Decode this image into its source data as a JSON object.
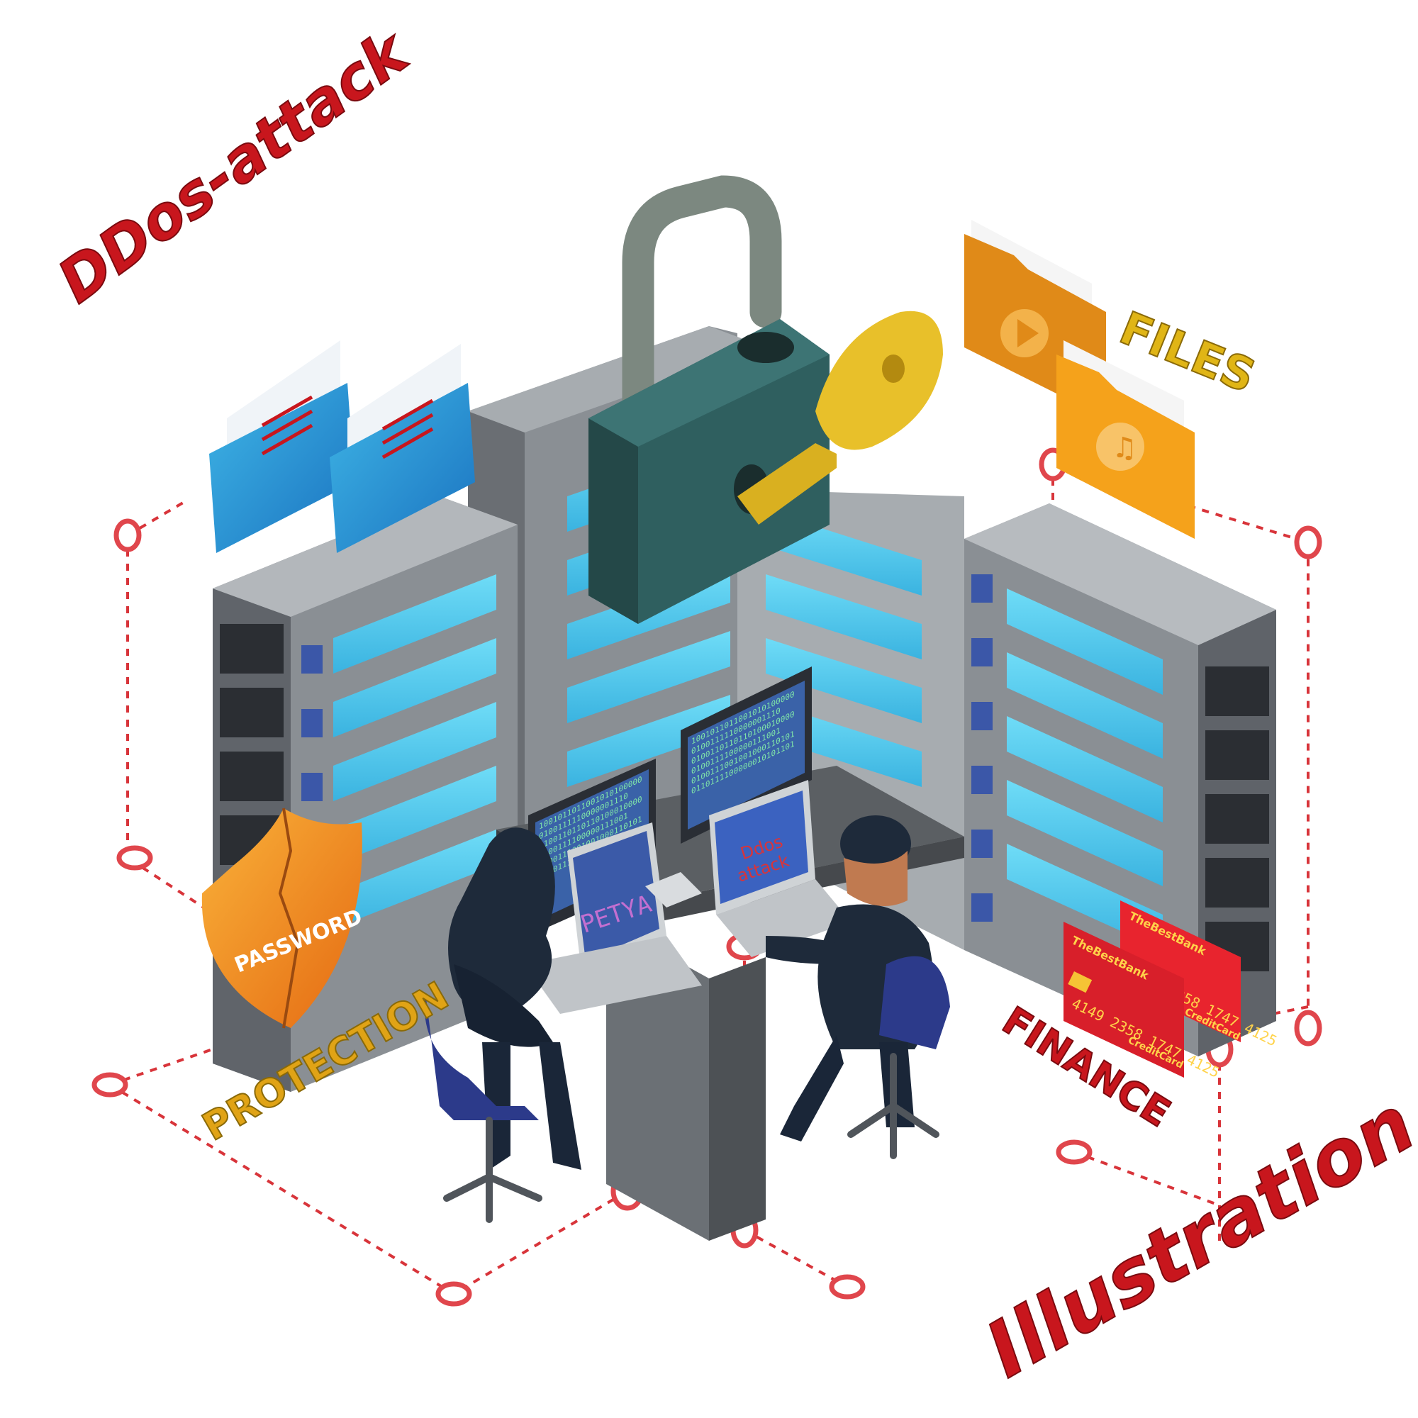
{
  "labels": {
    "ddos_attack": "DDos-attack",
    "files": "FILES",
    "protection": "PROTECTION",
    "finance": "FINANCE",
    "illustration": "Illustration",
    "password": "PASSWORD",
    "petya": "PETYA",
    "ddos_screen_line1": "Ddos",
    "ddos_screen_line2": "attack"
  },
  "monitor_left": {
    "lines": [
      "1001011011001010100000",
      "0100111110000001110",
      "0100110110110100010000",
      "0100111100000111001",
      "0100111001001000110101",
      "0110111100000010101101"
    ]
  },
  "monitor_right": {
    "lines": [
      "1001011011001010100000",
      "0100111110000001110",
      "0100110110110100010000",
      "0100111100000111001",
      "0100111001001000110101",
      "0110111100000010101101"
    ]
  },
  "cards": {
    "back": {
      "bank": "TheBestBank",
      "number": "4149 2358 1747 4125",
      "type": "CreditCard"
    },
    "front": {
      "bank": "TheBestBank",
      "number": "4149 2358 1747 4125",
      "type": "CreditCard"
    }
  },
  "colors": {
    "red_title": "#c8161d",
    "gold": "#e0a316",
    "server_gray": "#8a8f94",
    "server_dark": "#5d6167",
    "screen_blue": "#5fd0f0",
    "lock_body": "#2f5f5f",
    "hacker": "#1e2a3a",
    "folder": "#f2a21b",
    "shield": "#f28a1a",
    "card_red": "#d81f2a"
  }
}
